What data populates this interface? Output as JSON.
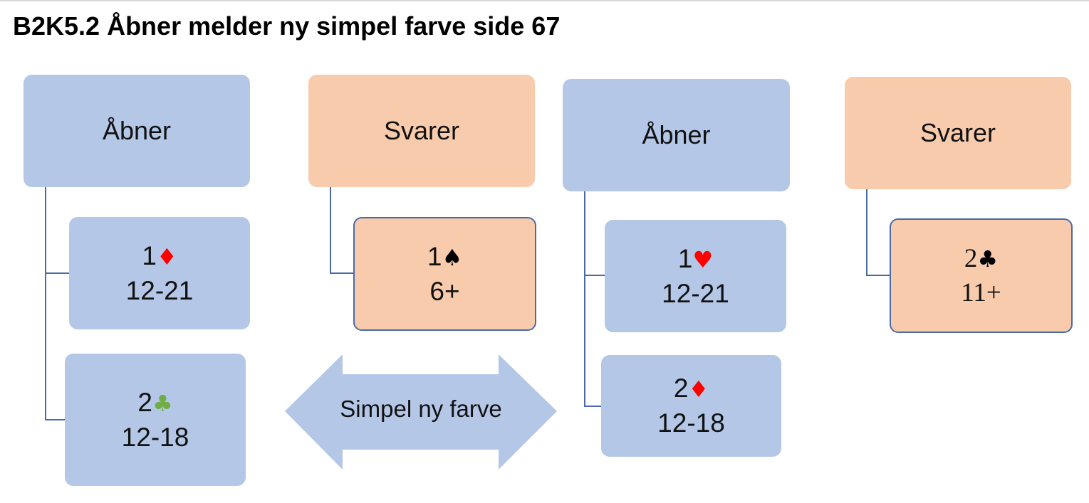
{
  "title": "B2K5.2 Åbner melder ny simpel farve side 67",
  "colors": {
    "blue_box": "#b4c7e7",
    "peach_box": "#f8cbad",
    "connector": "#4a6aa7",
    "red_suit": "#ff0000",
    "green_suit": "#70ad47"
  },
  "columns": [
    {
      "header": "Åbner",
      "items": [
        {
          "level": "1",
          "suit": "♦",
          "suit_icon": "diamond-icon",
          "range": "12-21"
        },
        {
          "level": "2",
          "suit": "♣",
          "suit_icon": "club-icon",
          "range": "12-18"
        }
      ]
    },
    {
      "header": "Svarer",
      "items": [
        {
          "level": "1",
          "suit": "♠",
          "suit_icon": "spade-icon",
          "range": "6+"
        }
      ]
    },
    {
      "header": "Åbner",
      "items": [
        {
          "level": "1",
          "suit": "♥",
          "suit_icon": "heart-icon",
          "range": "12-21"
        },
        {
          "level": "2",
          "suit": "♦",
          "suit_icon": "diamond-icon",
          "range": "12-18"
        }
      ]
    },
    {
      "header": "Svarer",
      "items": [
        {
          "level": "2",
          "suit": "♣",
          "suit_icon": "club-icon",
          "range": "11+"
        }
      ]
    }
  ],
  "arrow": {
    "label": "Simpel ny farve"
  }
}
